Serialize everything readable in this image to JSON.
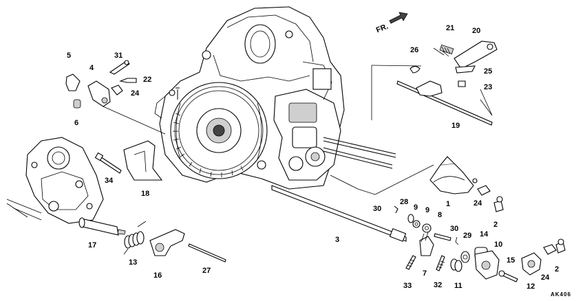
{
  "direction_label": "FR.",
  "diagram_code": "AK406",
  "callouts": [
    {
      "id": "c21",
      "text": "21"
    },
    {
      "id": "c20",
      "text": "20"
    },
    {
      "id": "c26",
      "text": "26"
    },
    {
      "id": "c25",
      "text": "25"
    },
    {
      "id": "c23",
      "text": "23"
    },
    {
      "id": "c19",
      "text": "19"
    },
    {
      "id": "c5",
      "text": "5"
    },
    {
      "id": "c31",
      "text": "31"
    },
    {
      "id": "c4",
      "text": "4"
    },
    {
      "id": "c22",
      "text": "22"
    },
    {
      "id": "c24a",
      "text": "24"
    },
    {
      "id": "c6",
      "text": "6"
    },
    {
      "id": "c34",
      "text": "34"
    },
    {
      "id": "c18",
      "text": "18"
    },
    {
      "id": "c17",
      "text": "17"
    },
    {
      "id": "c13",
      "text": "13"
    },
    {
      "id": "c16",
      "text": "16"
    },
    {
      "id": "c27",
      "text": "27"
    },
    {
      "id": "c3",
      "text": "3"
    },
    {
      "id": "c30a",
      "text": "30"
    },
    {
      "id": "c28",
      "text": "28"
    },
    {
      "id": "c9a",
      "text": "9"
    },
    {
      "id": "c9b",
      "text": "9"
    },
    {
      "id": "c8",
      "text": "8"
    },
    {
      "id": "c1",
      "text": "1"
    },
    {
      "id": "c24b",
      "text": "24"
    },
    {
      "id": "c2a",
      "text": "2"
    },
    {
      "id": "c30b",
      "text": "30"
    },
    {
      "id": "c29",
      "text": "29"
    },
    {
      "id": "c14",
      "text": "14"
    },
    {
      "id": "c10",
      "text": "10"
    },
    {
      "id": "c15",
      "text": "15"
    },
    {
      "id": "c24c",
      "text": "24"
    },
    {
      "id": "c2b",
      "text": "2"
    },
    {
      "id": "c12",
      "text": "12"
    },
    {
      "id": "c33",
      "text": "33"
    },
    {
      "id": "c7",
      "text": "7"
    },
    {
      "id": "c32",
      "text": "32"
    },
    {
      "id": "c11",
      "text": "11"
    }
  ]
}
